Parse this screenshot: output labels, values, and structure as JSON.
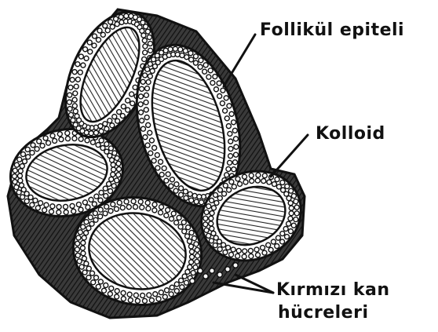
{
  "labels": {
    "follicular_epithelium": "Follikül epiteli",
    "colloid": "Kolloid",
    "red_blood_cells_line1": "Kırmızı kan",
    "red_blood_cells_line2": "hücreleri"
  },
  "colors": {
    "ink": "#111111",
    "background": "#ffffff",
    "shade": "#2a2a2a"
  }
}
